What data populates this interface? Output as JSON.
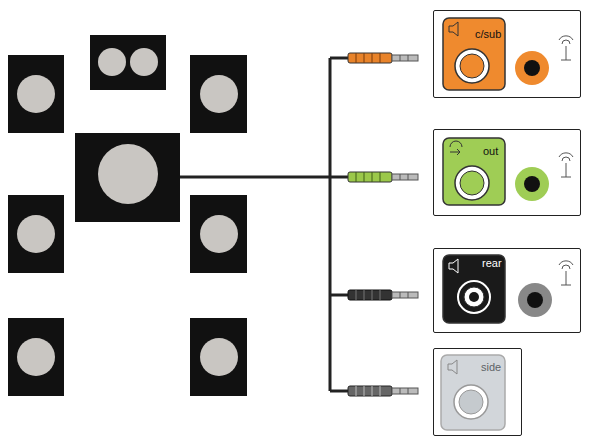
{
  "diagram": {
    "nodes": [
      {
        "text": [
          "c/sub"
        ]
      },
      {
        "text": [
          "out"
        ]
      },
      {
        "text": [
          "rear"
        ]
      },
      {
        "text": [
          "side"
        ]
      }
    ]
  }
}
